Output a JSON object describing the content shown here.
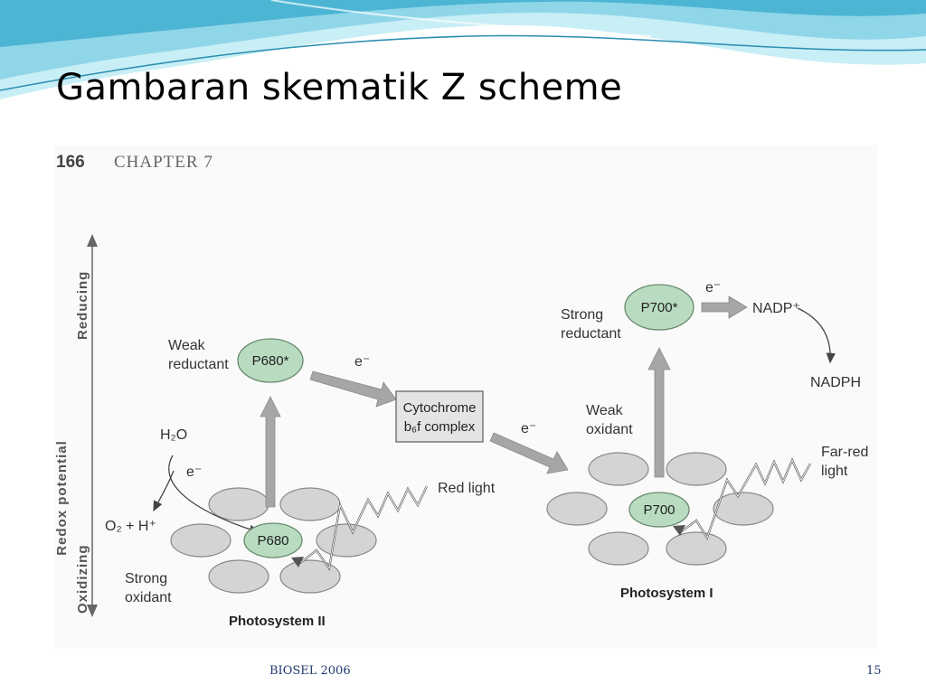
{
  "slide": {
    "title": "Gambaran skematik Z scheme",
    "footer": "BIOSEL 2006",
    "page_number": "15"
  },
  "figure": {
    "chapter_number": "166",
    "chapter_title": "CHAPTER 7",
    "axis": {
      "label": "Redox potential",
      "top": "Reducing",
      "bottom": "Oxidizing"
    },
    "labels": {
      "weak_reductant": [
        "Weak",
        "reductant"
      ],
      "strong_oxidant": [
        "Strong",
        "oxidant"
      ],
      "strong_reductant": [
        "Strong",
        "reductant"
      ],
      "weak_oxidant": [
        "Weak",
        "oxidant"
      ],
      "red_light": "Red light",
      "far_red_light": [
        "Far-red",
        "light"
      ],
      "nadph": "NADPH",
      "nadp": "NADP⁺",
      "o2_h": "O₂ + H⁺",
      "h2o": "H₂O",
      "electron": "e⁻",
      "cytochrome": [
        "Cytochrome",
        "b₆f complex"
      ]
    },
    "nodes": {
      "p680_star": "P680*",
      "p680": "P680",
      "p700_star": "P700*",
      "p700": "P700"
    },
    "photosystems": {
      "ps2": "Photosystem II",
      "ps1": "Photosystem I"
    }
  },
  "colors": {
    "node_fill": "#b9dcc0",
    "disc_fill": "#d4d4d4",
    "arrow_fill": "#a6a6a6",
    "box_fill": "#e4e4e4",
    "wave_light": "#b8e6f0",
    "wave_dark": "#3fa9c9"
  }
}
